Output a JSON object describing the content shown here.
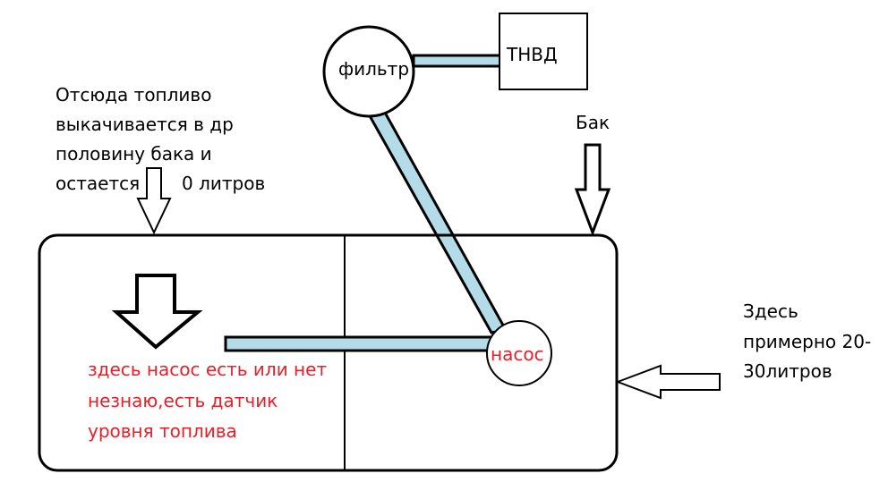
{
  "labels": {
    "filter": "фильтр",
    "hp_pump": "ТНВД",
    "tank": "Бак",
    "pump": "насос",
    "left_note": [
      "Отсюда топливо",
      "выкачивается в др",
      "половину бака и",
      "остается",
      "0 литров"
    ],
    "right_note": [
      "Здесь",
      "примерно 20-",
      "30литров"
    ],
    "red_note": [
      "здесь насос есть или нет",
      "незнаю,есть датчик",
      "уровня топлива"
    ]
  },
  "colors": {
    "pipe_fill": "#b4dce8",
    "outline": "#000000",
    "red_text": "#e8202a"
  }
}
